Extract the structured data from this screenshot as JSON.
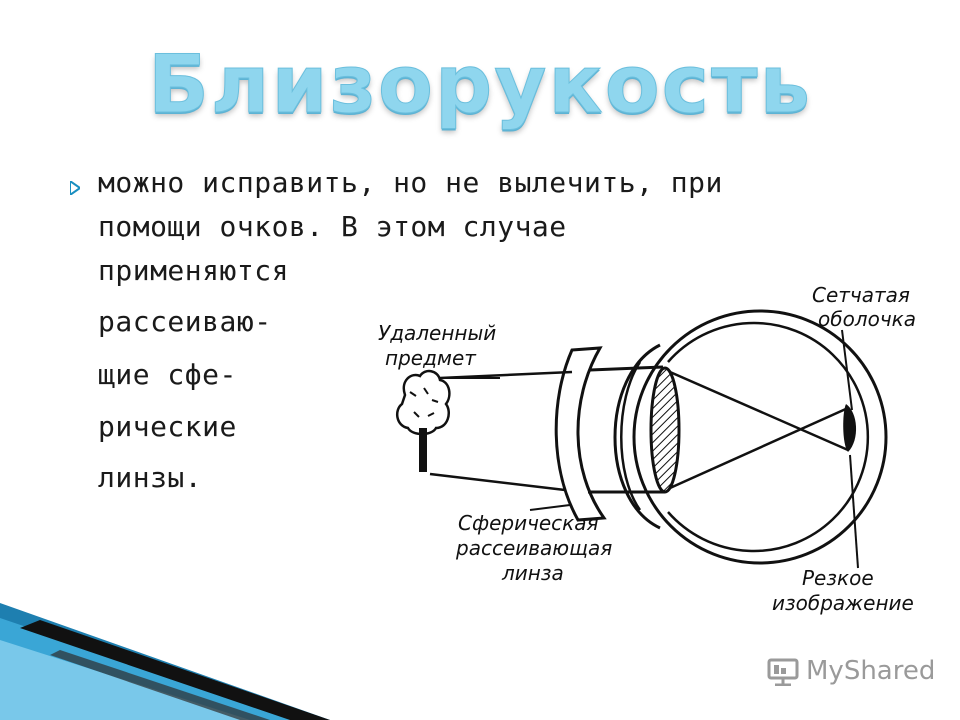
{
  "title": "Близорукость",
  "bullet": {
    "lines": [
      "можно исправить, но не вылечить, при",
      "помощи очков. В этом случае",
      "применяются",
      "рассеиваю-",
      "щие сфе-",
      "рические",
      "линзы."
    ]
  },
  "diagram": {
    "label_object": [
      "Удаленный",
      "предмет"
    ],
    "label_retina": [
      "Сетчатая",
      "оболочка"
    ],
    "label_lens": [
      "Сферическая",
      "рассеивающая",
      "линза"
    ],
    "label_image": [
      "Резкое",
      "изображение"
    ]
  },
  "watermark": {
    "text": "MyShared",
    "icon": "presentation-board-icon"
  },
  "colors": {
    "title": "#8fd6ee",
    "accent": "#1a8fc0"
  }
}
